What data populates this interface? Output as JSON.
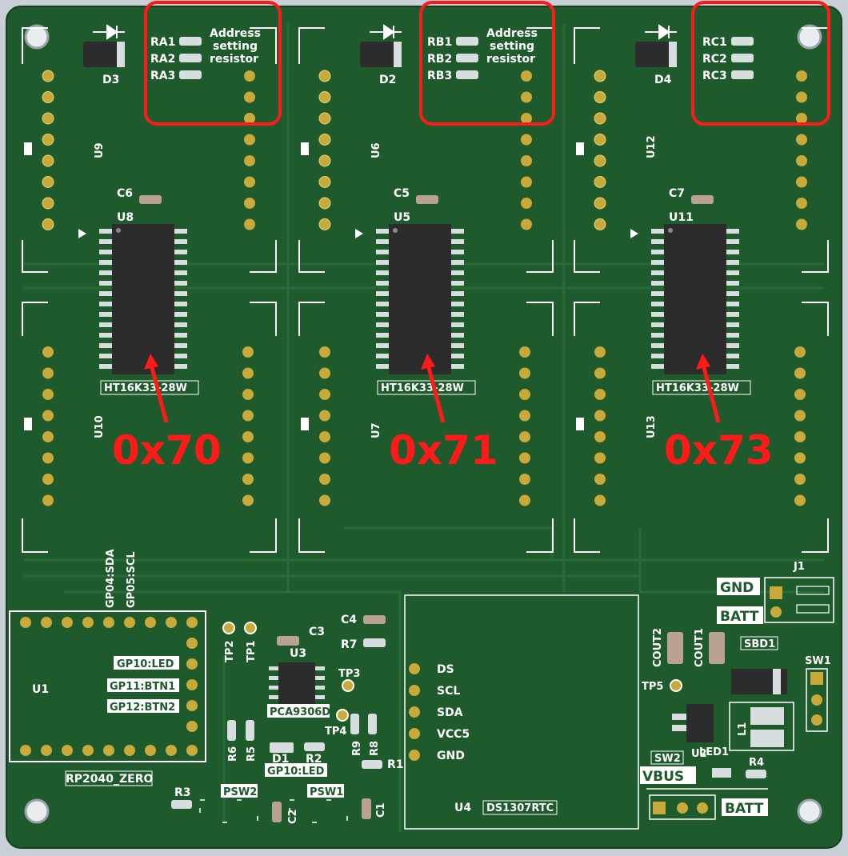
{
  "colors": {
    "board": "#1f5a2c",
    "silk": "#ffffff",
    "pad_gold": "#c9a93a",
    "chip_body": "#2c2c2c",
    "callout_red": "#ff1a1a",
    "background": "#c9cfd6"
  },
  "address_sections": [
    {
      "diode": "D3",
      "resistors": [
        "RA1",
        "RA2",
        "RA3"
      ],
      "note": [
        "Address",
        "setting",
        "resistor"
      ]
    },
    {
      "diode": "D2",
      "resistors": [
        "RB1",
        "RB2",
        "RB3"
      ],
      "note": [
        "Address",
        "setting",
        "resistor"
      ]
    },
    {
      "diode": "D4",
      "resistors": [
        "RC1",
        "RC2",
        "RC3"
      ],
      "note": []
    }
  ],
  "drivers": [
    {
      "socket_top": "U9",
      "socket_bottom": "U10",
      "chip": "U8",
      "cap": "C6",
      "part": "HT16K33-28W",
      "address": "0x70"
    },
    {
      "socket_top": "U6",
      "socket_bottom": "U7",
      "chip": "U5",
      "cap": "C5",
      "part": "HT16K33-28W",
      "address": "0x71"
    },
    {
      "socket_top": "U12",
      "socket_bottom": "U13",
      "chip": "U11",
      "cap": "C7",
      "part": "HT16K33-28W",
      "address": "0x73"
    }
  ],
  "mcu": {
    "ref": "U1",
    "name": "RP2040_ZERO",
    "top_labels": [
      "GP04:SDA",
      "GP05:SCL"
    ],
    "side_labels": [
      "GP10:LED",
      "GP11:BTN1",
      "GP12:BTN2"
    ]
  },
  "level_shifter": {
    "ref": "U3",
    "name": "PCA9306D",
    "cap": "C3"
  },
  "rtc": {
    "ref": "U4",
    "name": "DS1307RTC",
    "pins": [
      "DS",
      "SCL",
      "SDA",
      "VCC5",
      "GND"
    ],
    "cap": "C4",
    "resistor": "R7"
  },
  "small_parts": {
    "tp": [
      "TP1",
      "TP2",
      "TP3",
      "TP4",
      "TP5"
    ],
    "resistors": [
      "R1",
      "R2",
      "R3",
      "R4",
      "R5",
      "R6",
      "R8",
      "R9"
    ],
    "d1": "D1",
    "d1_label": "GP10:LED",
    "psw": [
      "PSW1",
      "PSW2"
    ],
    "caps": [
      "C1",
      "C2"
    ]
  },
  "power": {
    "connector": "J1",
    "gnd": "GND",
    "batt": "BATT",
    "cout": [
      "COUT1",
      "COUT2"
    ],
    "sbd": "SBD1",
    "sw1": "SW1",
    "sw2": "SW2",
    "u2": "U2",
    "l1": "L1",
    "led": "LED1",
    "vbus": "VBUS",
    "batt2": "BATT"
  }
}
